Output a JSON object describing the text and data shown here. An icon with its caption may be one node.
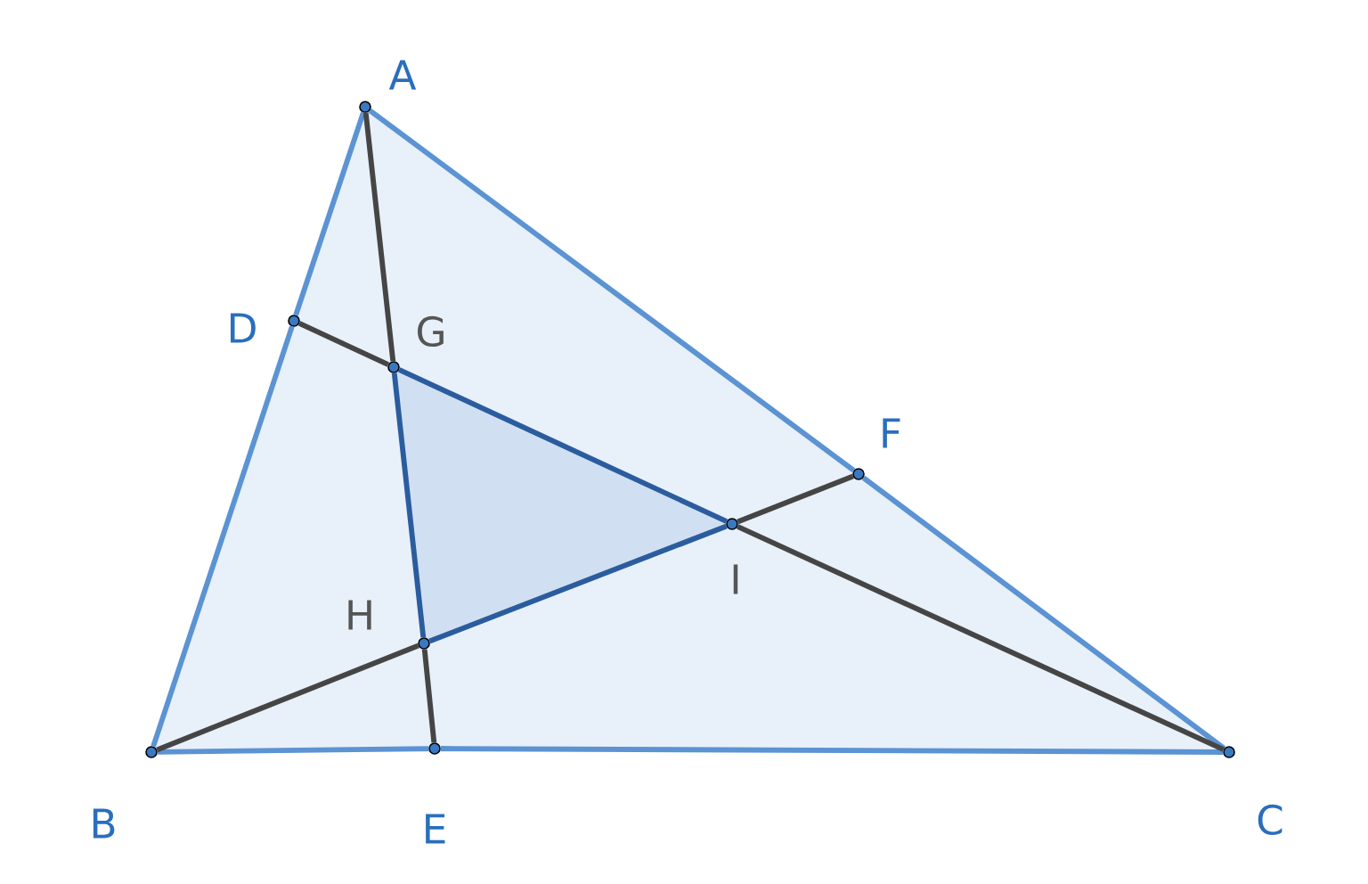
{
  "diagram": {
    "nodes": [
      {
        "text": [
          "A"
        ]
      },
      {
        "text": [
          "B"
        ]
      },
      {
        "text": [
          "C"
        ]
      },
      {
        "text": [
          "D"
        ]
      },
      {
        "text": [
          "E"
        ]
      },
      {
        "text": [
          "F"
        ]
      },
      {
        "text": [
          "G"
        ]
      },
      {
        "text": [
          "H"
        ]
      },
      {
        "text": [
          "I"
        ]
      }
    ],
    "edges": [
      {
        "from": 0,
        "to": 3,
        "arrow": "none",
        "color": "#5b93d3"
      },
      {
        "from": 3,
        "to": 1,
        "arrow": "none",
        "color": "#5b93d3"
      },
      {
        "from": 1,
        "to": 4,
        "arrow": "none",
        "color": "#5b93d3"
      },
      {
        "from": 4,
        "to": 2,
        "arrow": "none",
        "color": "#5b93d3"
      },
      {
        "from": 2,
        "to": 5,
        "arrow": "none",
        "color": "#5b93d3"
      },
      {
        "from": 5,
        "to": 0,
        "arrow": "none",
        "color": "#5b93d3"
      },
      {
        "from": 0,
        "to": 6,
        "arrow": "none",
        "color": "#454545"
      },
      {
        "from": 6,
        "to": 7,
        "arrow": "none",
        "color": "#2b5c9e"
      },
      {
        "from": 7,
        "to": 4,
        "arrow": "none",
        "color": "#454545"
      },
      {
        "from": 1,
        "to": 7,
        "arrow": "none",
        "color": "#454545"
      },
      {
        "from": 7,
        "to": 8,
        "arrow": "none",
        "color": "#2b5c9e"
      },
      {
        "from": 8,
        "to": 5,
        "arrow": "none",
        "color": "#454545"
      },
      {
        "from": 2,
        "to": 8,
        "arrow": "none",
        "color": "#454545"
      },
      {
        "from": 8,
        "to": 6,
        "arrow": "none",
        "color": "#2b5c9e"
      },
      {
        "from": 6,
        "to": 3,
        "arrow": "none",
        "color": "#454545"
      }
    ]
  }
}
